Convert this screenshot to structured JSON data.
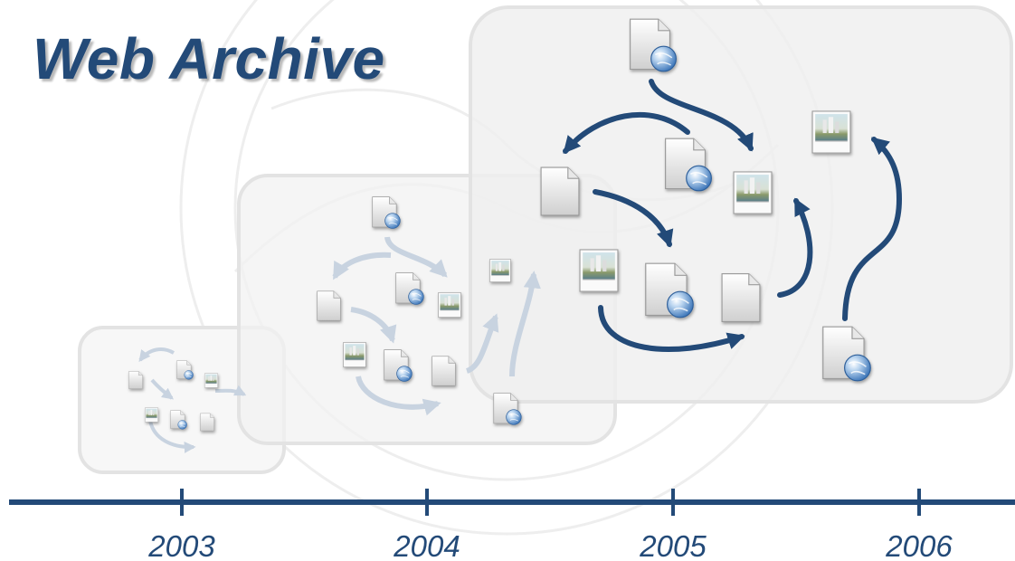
{
  "title": "Web Archive",
  "timeline": {
    "years": [
      "2003",
      "2004",
      "2005",
      "2006"
    ]
  },
  "colors": {
    "accent": "#234a78",
    "box_fill": "#f2f2f2",
    "box_stroke": "#e3e3e3",
    "faded_arrow": "#c8d3e0",
    "watermark": "#eeeeee"
  },
  "icons": {
    "html_doc": "web-page-icon",
    "image_doc": "image-file-icon",
    "blank_doc": "document-icon"
  }
}
